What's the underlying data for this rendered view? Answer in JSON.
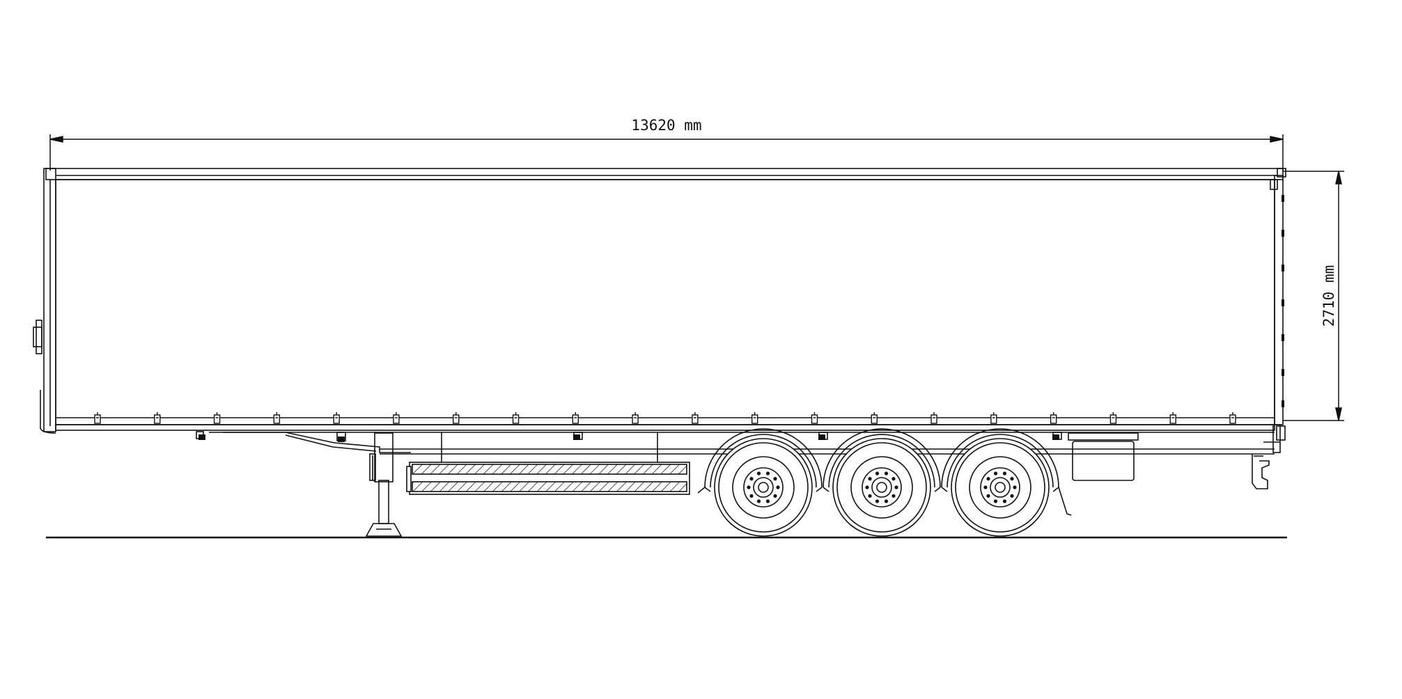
{
  "diagram": {
    "subject": "curtainsider semi-trailer side elevation",
    "line_color": "#111111",
    "background_color": "#ffffff",
    "hatch_color": "#222222"
  },
  "dimensions": {
    "length": {
      "value": 13620,
      "unit": "mm",
      "label": "13620 mm"
    },
    "height": {
      "value": 2710,
      "unit": "mm",
      "label": "2710 mm"
    }
  },
  "components": {
    "axle_count": 3,
    "curtain_strap_count": 20,
    "landing_legs": 1,
    "side_toolbox": 1,
    "mudguards": 3
  }
}
